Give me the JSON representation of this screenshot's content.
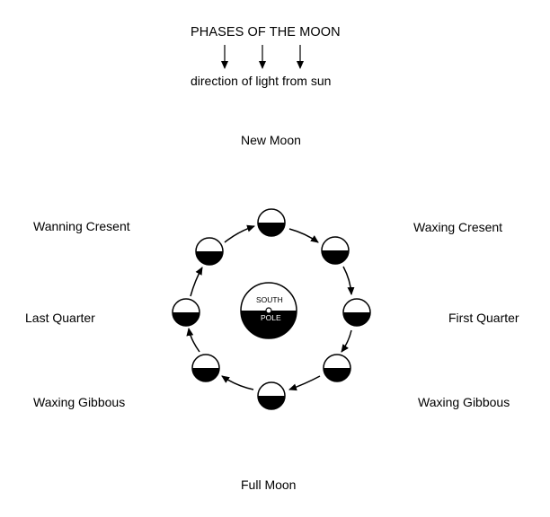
{
  "header": {
    "title": "PHASES OF THE MOON",
    "subtitle": "direction of light from sun",
    "arrow_count": 3
  },
  "center": {
    "top_label": "SOUTH",
    "bottom_label": "POLE"
  },
  "phase_labels": {
    "top": "New Moon",
    "top_right": "Waxing Cresent",
    "right": "First Quarter",
    "bottom_right": "Waxing Gibbous",
    "bottom": "Full Moon",
    "bottom_left": "Waxing Gibbous",
    "left": "Last Quarter",
    "top_left": "Wanning Cresent"
  },
  "moons": [
    {
      "position": "top",
      "lit_half": "top",
      "dark_half": "bottom"
    },
    {
      "position": "top-right",
      "lit_half": "top",
      "dark_half": "bottom"
    },
    {
      "position": "right",
      "lit_half": "top",
      "dark_half": "bottom"
    },
    {
      "position": "bottom-right",
      "lit_half": "top",
      "dark_half": "bottom"
    },
    {
      "position": "bottom",
      "lit_half": "top",
      "dark_half": "bottom"
    },
    {
      "position": "bottom-left",
      "lit_half": "top",
      "dark_half": "bottom"
    },
    {
      "position": "left",
      "lit_half": "top",
      "dark_half": "bottom"
    },
    {
      "position": "top-left",
      "lit_half": "top",
      "dark_half": "bottom"
    }
  ],
  "orbit_direction": "clockwise",
  "colors": {
    "ink": "#000000",
    "background": "#ffffff"
  }
}
